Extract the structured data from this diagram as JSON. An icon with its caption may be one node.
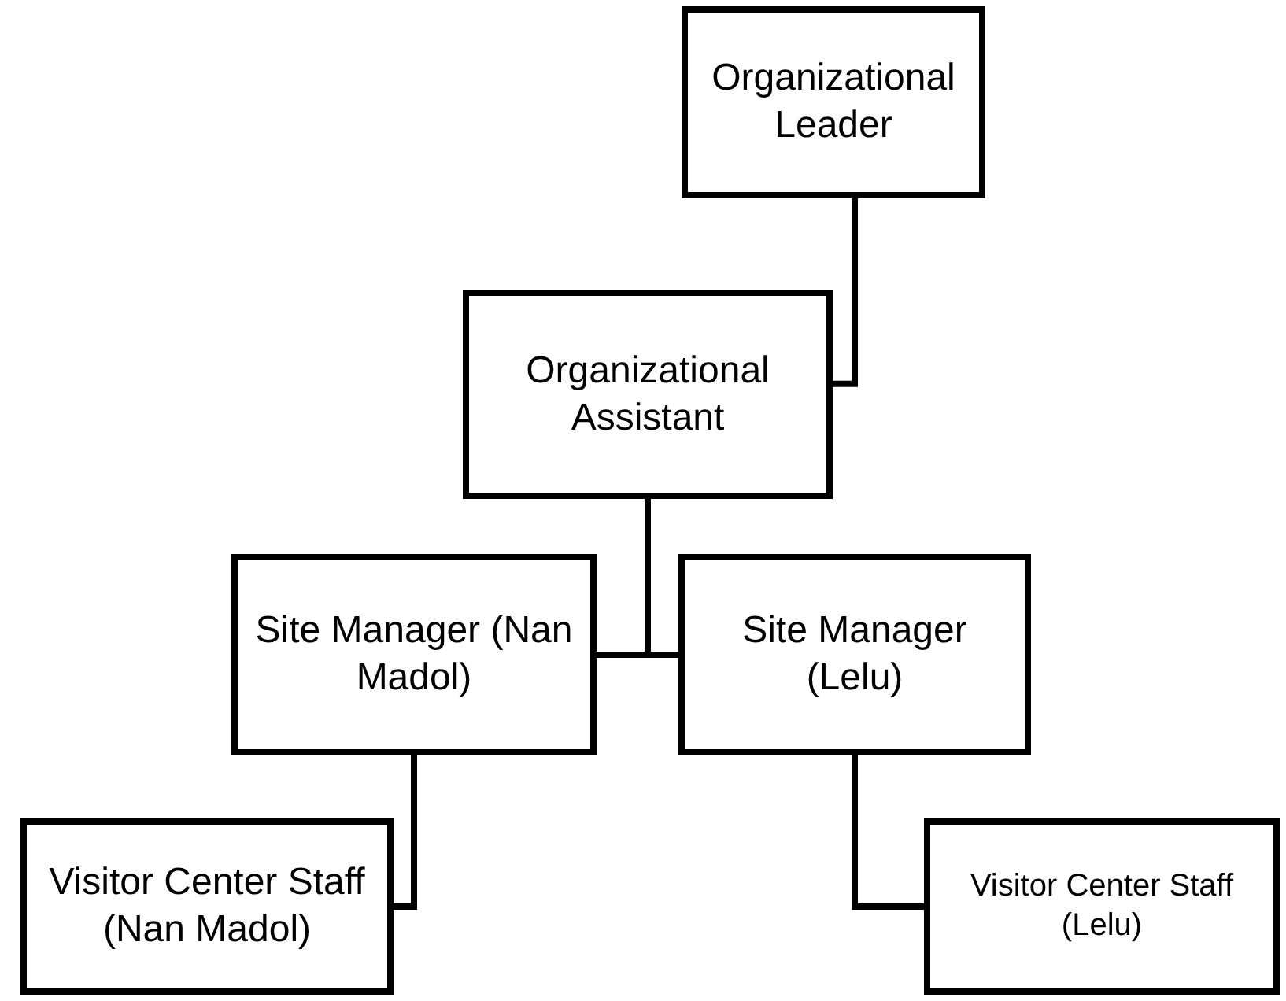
{
  "diagram": {
    "nodes": [
      {
        "text": [
          "Organizational Leader"
        ]
      },
      {
        "text": [
          "Organizational Assistant"
        ]
      },
      {
        "text": [
          "Site Manager (Nan Madol)"
        ]
      },
      {
        "text": [
          "Site Manager (Lelu)"
        ]
      },
      {
        "text": [
          "Visitor Center Staff (Nan Madol)"
        ]
      },
      {
        "text": [
          "Visitor Center Staff (Lelu)"
        ]
      }
    ],
    "edges": [
      {
        "from": 0,
        "to": 1,
        "arrow": "none"
      },
      {
        "from": 1,
        "to": 2,
        "arrow": "none"
      },
      {
        "from": 1,
        "to": 3,
        "arrow": "none"
      },
      {
        "from": 2,
        "to": 4,
        "arrow": "none"
      },
      {
        "from": 3,
        "to": 5,
        "arrow": "none"
      }
    ]
  }
}
